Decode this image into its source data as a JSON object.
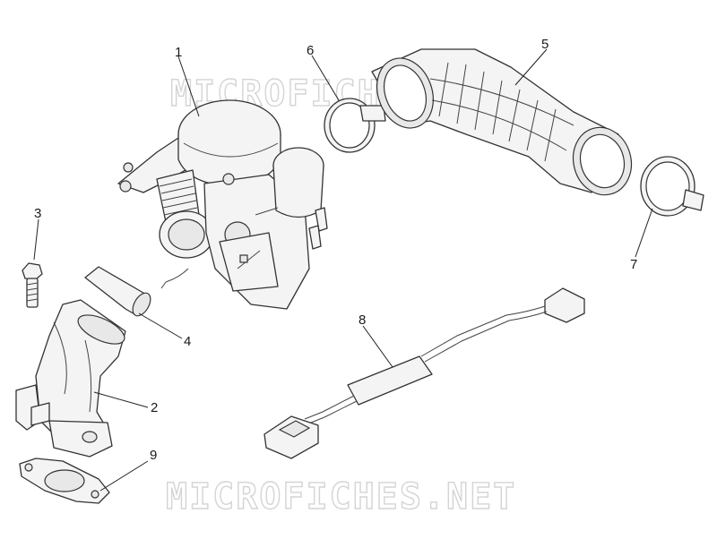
{
  "watermark": {
    "top": "MICROFICHES.NET",
    "bottom": "MICROFICHES.NET"
  },
  "callouts": [
    {
      "id": "1",
      "label": "1"
    },
    {
      "id": "2",
      "label": "2"
    },
    {
      "id": "3",
      "label": "3"
    },
    {
      "id": "4",
      "label": "4"
    },
    {
      "id": "5",
      "label": "5"
    },
    {
      "id": "6",
      "label": "6"
    },
    {
      "id": "7",
      "label": "7"
    },
    {
      "id": "8",
      "label": "8"
    },
    {
      "id": "9",
      "label": "9"
    }
  ],
  "colors": {
    "line": "#333333",
    "fill": "#f4f4f4",
    "watermark": "#d4d4d4"
  }
}
